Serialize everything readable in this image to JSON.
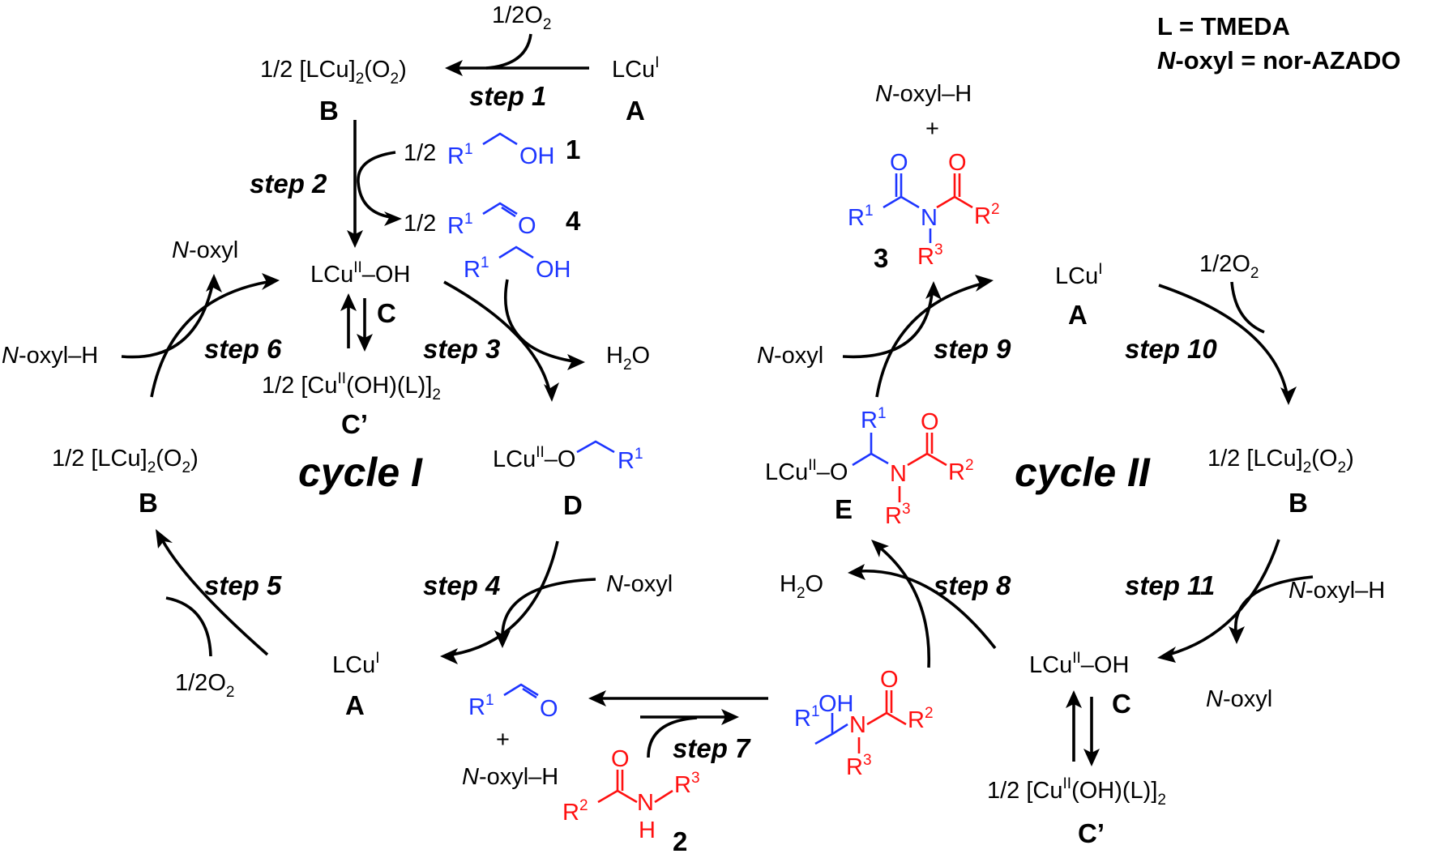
{
  "legend": {
    "line1": "L = TMEDA",
    "line2_prefix": "N",
    "line2_rest": "-oxyl = nor-AZADO"
  },
  "cycles": {
    "one": "cycle I",
    "two": "cycle II"
  },
  "steps": {
    "s1": "step 1",
    "s2": "step 2",
    "s3": "step 3",
    "s4": "step 4",
    "s5": "step 5",
    "s6": "step 6",
    "s7": "step 7",
    "s8": "step 8",
    "s9": "step 9",
    "s10": "step 10",
    "s11": "step 11"
  },
  "letters": {
    "A": "A",
    "B": "B",
    "C": "C",
    "Cp": "C’",
    "D": "D",
    "E": "E"
  },
  "compound_numbers": {
    "n1": "1",
    "n2": "2",
    "n3": "3",
    "n4": "4"
  },
  "half": "1/2",
  "species": {
    "o2_base": "1/2O",
    "o2_sub": "2",
    "lcu": "LCu",
    "cu_I": "I",
    "cu_II": "II",
    "dimer_base": "1/2 [LCu]",
    "dimer_sub": "2",
    "dimer_tail": "(O",
    "dimer_close": ")",
    "cuoh_tail": "–OH",
    "cprime_pre": "1/2 [Cu",
    "cprime_mid": "(OH)(L)]",
    "cprime_sub": "2",
    "cuo": "–O",
    "h2o_h": "H",
    "h2o_sub": "2",
    "h2o_o": "O",
    "noxyl_n": "N",
    "noxyl_rest": "-oxyl",
    "noxylh_rest": "-oxyl–H",
    "plus": "+"
  },
  "atoms": {
    "R": "R",
    "sup1": "1",
    "sup2": "2",
    "sup3": "3",
    "O": "O",
    "OH": "OH",
    "N": "N",
    "H": "H"
  },
  "colors": {
    "blue": "#1d35ff",
    "red": "#ff1010",
    "black": "#000000"
  }
}
